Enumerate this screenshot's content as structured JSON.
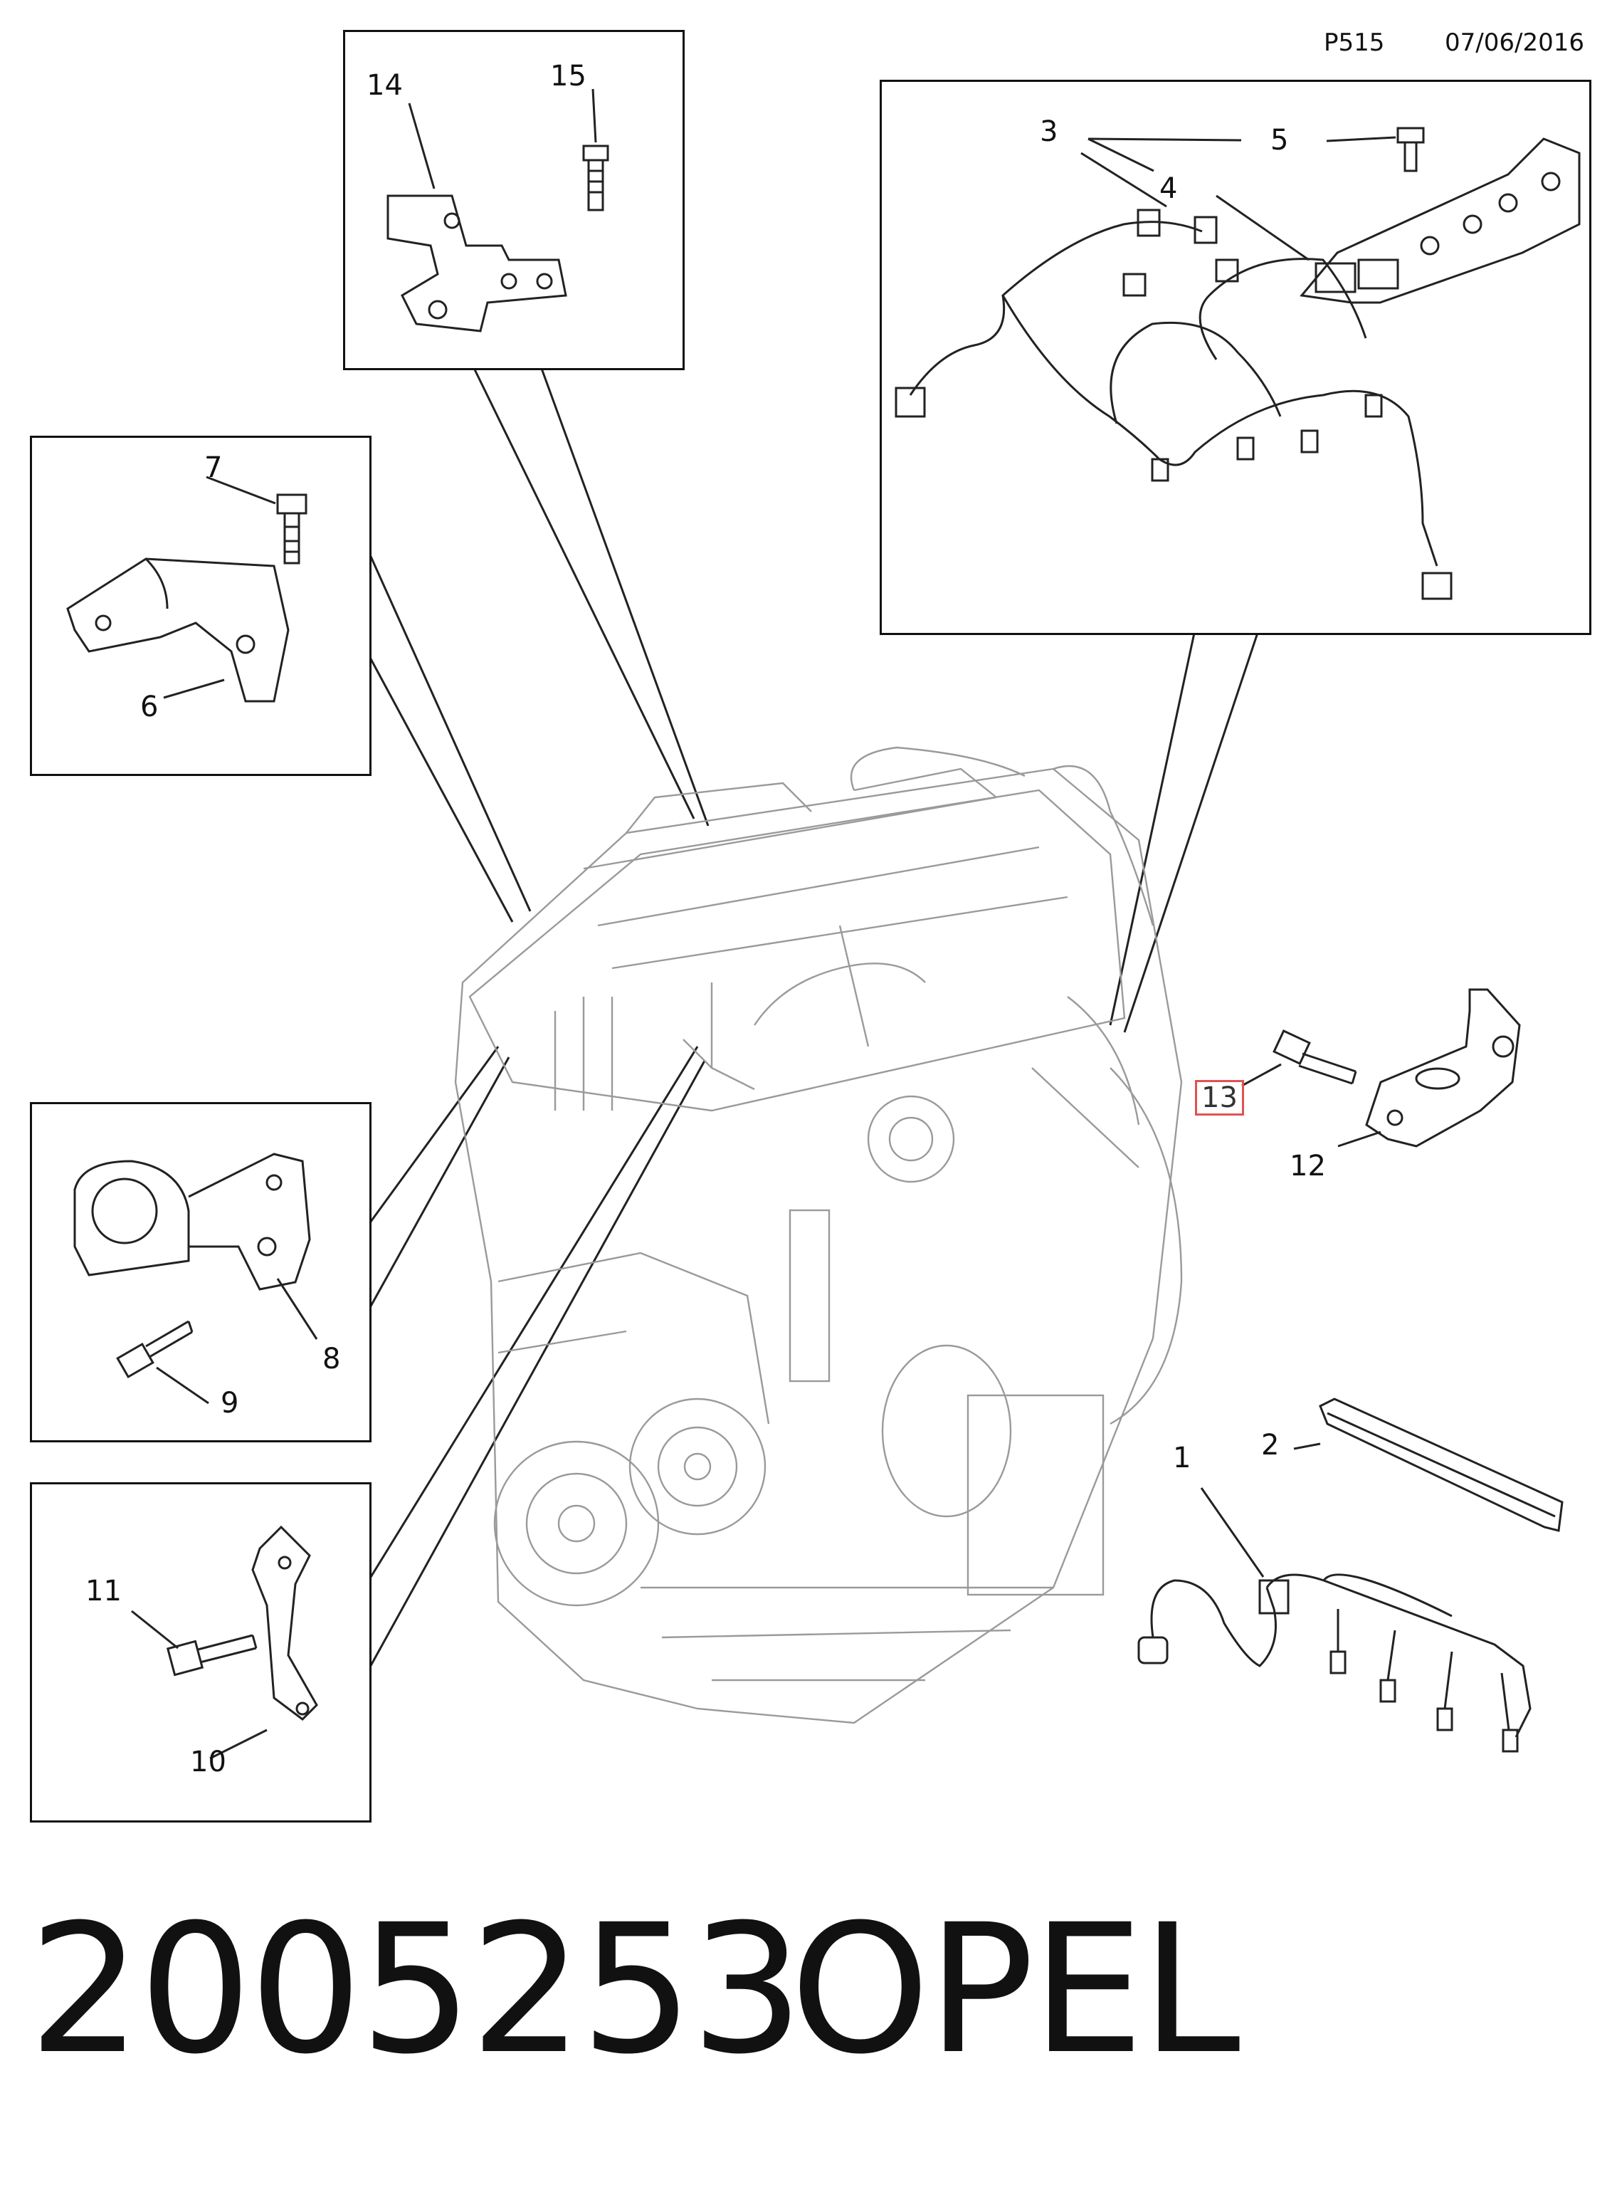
{
  "header": {
    "code": "P515",
    "date": "07/06/2016"
  },
  "callouts": {
    "c1": "1",
    "c2": "2",
    "c3": "3",
    "c4": "4",
    "c5": "5",
    "c6": "6",
    "c7": "7",
    "c8": "8",
    "c9": "9",
    "c10": "10",
    "c11": "11",
    "c12": "12",
    "c13": "13",
    "c14": "14",
    "c15": "15"
  },
  "footer": {
    "part_number": "2005253",
    "brand": "OPEL"
  },
  "colors": {
    "line": "#222222",
    "engine_line": "#9a9a9a",
    "highlight": "#e05252"
  }
}
